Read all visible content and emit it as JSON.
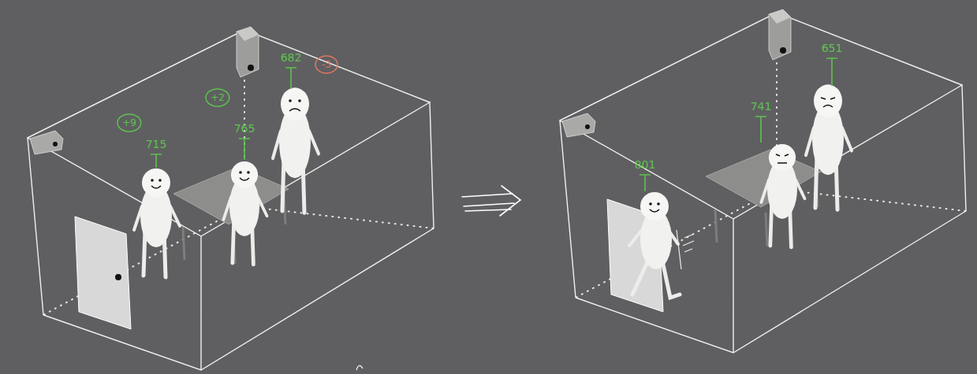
{
  "diagram": {
    "nodes": [
      {
        "text": [
          "+9"
        ]
      },
      {
        "text": [
          "+2"
        ]
      },
      {
        "text": [
          "-3"
        ]
      }
    ],
    "labels": [
      "715",
      "765",
      "682",
      "801",
      "741",
      "651"
    ]
  }
}
